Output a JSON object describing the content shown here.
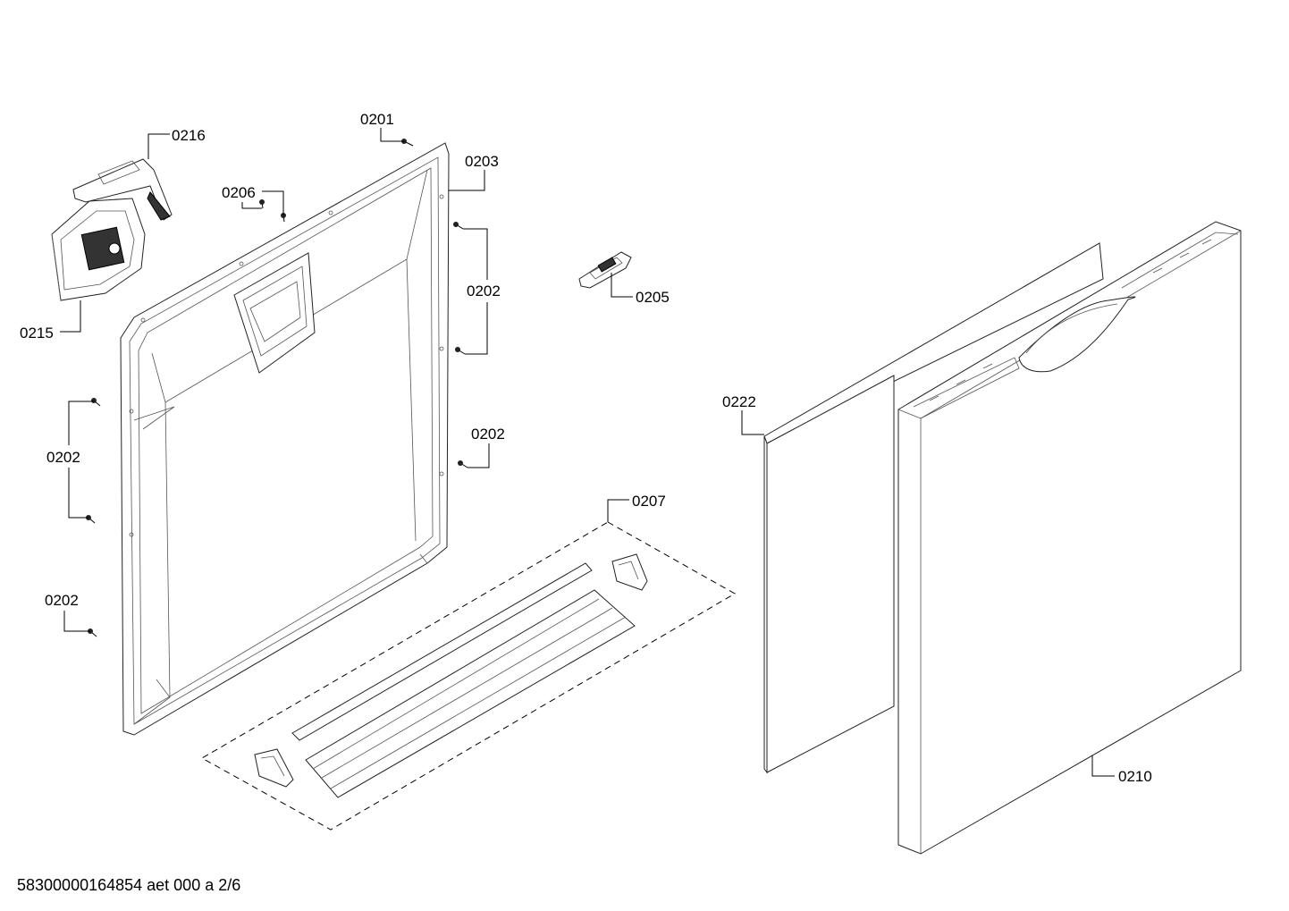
{
  "labels": {
    "p0201": "0201",
    "p0216": "0216",
    "p0203": "0203",
    "p0206": "0206",
    "p0202_right_top": "0202",
    "p0205": "0205",
    "p0215": "0215",
    "p0222": "0222",
    "p0202_right_mid": "0202",
    "p0202_left_mid": "0202",
    "p0207": "0207",
    "p0202_left_bottom": "0202",
    "p0210": "0210"
  },
  "footer": {
    "document_id": "58300000164854 aet 000 a 2/6"
  }
}
